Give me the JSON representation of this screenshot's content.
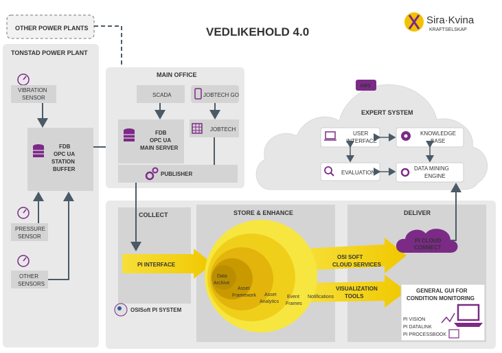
{
  "title": "VEDLIKEHOLD 4.0",
  "logo": {
    "name": "Sira·Kvina",
    "sub": "KRAFTSELSKAP"
  },
  "other_power_plants": "OTHER POWER PLANTS",
  "tonstad": {
    "title": "TONSTAD POWER PLANT",
    "vibration": [
      "VIBRATION",
      "SENSOR"
    ],
    "pressure": [
      "PRESSURE",
      "SENSOR"
    ],
    "other": [
      "OTHER",
      "SENSORS"
    ],
    "buffer": [
      "FDB",
      "OPC UA",
      "STATION",
      "BUFFER"
    ]
  },
  "main_office": {
    "title": "MAIN OFFICE",
    "scada": "SCADA",
    "jobtech_go": "JOBTECH GO",
    "jobtech": "JOBTECH",
    "server": [
      "FDB",
      "OPC UA",
      "MAIN SERVER"
    ],
    "publisher": "PUBLISHER"
  },
  "cloud": {
    "badge": "AWS",
    "title": "EXPERT SYSTEM",
    "user_interface": [
      "USER",
      "INTERFACE"
    ],
    "knowledge_base": [
      "KNOWLEDGE",
      "BASE"
    ],
    "evaluation": "EVALUATION",
    "data_mining": [
      "DATA MINING",
      "ENGINE"
    ]
  },
  "pi_system": {
    "collect": "COLLECT",
    "store": "STORE & ENHANCE",
    "deliver": "DELIVER",
    "pi_interface": "PI INTERFACE",
    "rings": {
      "data_archive": [
        "Data",
        "Archive"
      ],
      "asset_framework": [
        "Asset",
        "Framework"
      ],
      "asset_analytics": [
        "Asset",
        "Analytics"
      ],
      "event_frames": [
        "Event",
        "Frames"
      ],
      "notifications": "Notifications"
    },
    "osisoft_cloud": [
      "OSI SOFT",
      "CLOUD SERVICES"
    ],
    "visualization": [
      "VISUALIZATION",
      "TOOLS"
    ],
    "pi_cloud_connect": [
      "PI CLOUD",
      "CONNECT"
    ],
    "gui_title": [
      "GENERAL GUI FOR",
      "CONDITION MONITORING"
    ],
    "gui_items": [
      "PI VISION",
      "PI DATALINK",
      "PI PROCESSBOOK"
    ],
    "osisoft_label": "OSISoft PI SYSTEM"
  },
  "colors": {
    "purple": "#7b2a86",
    "box": "#d4d4d4",
    "panel": "#e9e9e9",
    "arrow": "#4a5a66",
    "yellow": "#f5d000"
  }
}
